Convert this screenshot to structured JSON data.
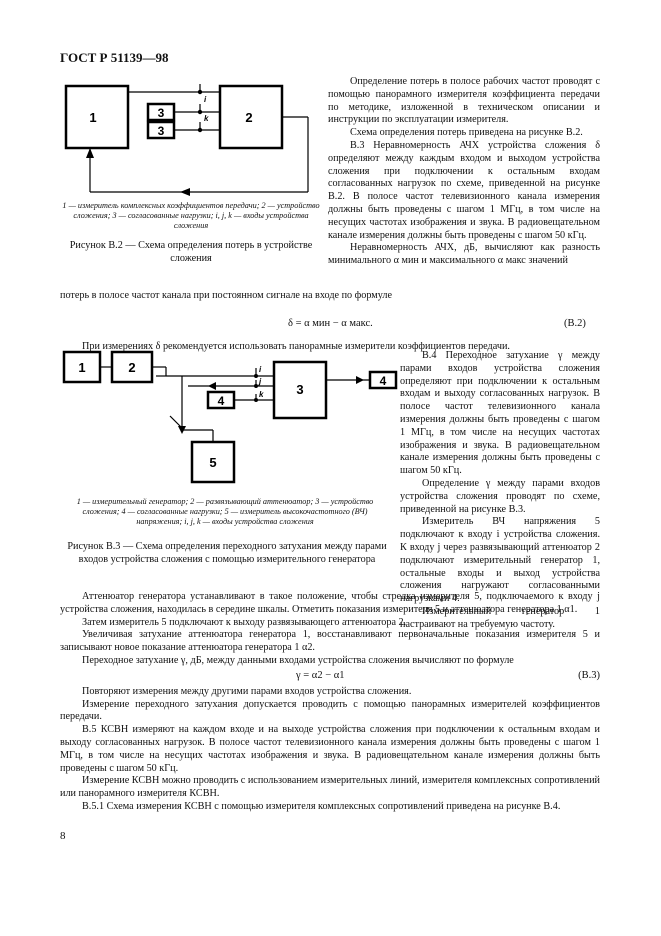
{
  "header": "ГОСТ Р 51139—98",
  "fig_b2": {
    "blocks": [
      "1",
      "2",
      "3",
      "3"
    ],
    "port_labels": [
      "i",
      "k"
    ],
    "legend": "1 — измеритель комплексных коэффициентов передачи; 2 — устройство сложения; 3 — согласованные нагрузки; i, j, k — входы устройства сложения",
    "caption": "Рисунок В.2 — Схема определения потерь в устройстве сложения"
  },
  "right_b2": {
    "p1": "Определение потерь в полосе рабочих частот проводят с помощью панорамного измерителя коэффициента передачи по методике, изложенной в техническом описании и инструкции по эксплуатации измерителя.",
    "p2": "Схема определения потерь приведена на рисунке В.2.",
    "p3": "В.3 Неравномерность АЧХ устройства сложения δ определяют между каждым входом и выходом устройства сложения при подключении к остальным входам согласованных нагрузок по схеме, приведенной на рисунке В.2. В полосе частот телевизионного канала измерения должны быть проведены с шагом 1 МГц, в том числе на несущих частотах изображения и звука. В радиовещательном канале измерения должны быть проведены с шагом 50 кГц.",
    "p4": "Неравномерность АЧХ, дБ, вычисляют как разность минимального α мин и максимального α макс значений"
  },
  "p_full_1": "потерь в полосе частот канала при постоянном сигнале на входе по формуле",
  "formula_b2": {
    "text": "δ = α мин − α макс.",
    "number": "(В.2)"
  },
  "p_full_2": "При измерениях δ рекомендуется использовать панорамные измерители коэффициентов передачи.",
  "fig_b3": {
    "blocks": [
      "1",
      "2",
      "3",
      "4",
      "4",
      "5"
    ],
    "port_labels": [
      "i",
      "j",
      "k"
    ],
    "legend": "1 — измерительный генератор; 2 — развязывающий аттенюатор; 3 — устройство сложения; 4 — согласованные нагрузки; 5 — измеритель высокочастотного (ВЧ) напряжения; i, j, k — входы устройства сложения",
    "caption": "Рисунок В.3 — Схема определения переходного затухания между парами входов устройства сложения с помощью измерительного генератора"
  },
  "right_b3": {
    "p1": "В.4 Переходное затухание γ между парами входов устройства сложения определяют при подключении к остальным входам и выходу согласованных нагрузок. В полосе частот телевизионного канала измерения должны быть проведены с шагом 1 МГц, в том числе на несущих частотах изображения и звука. В радиовещательном канале измерения должны быть проведены с шагом 50 кГц.",
    "p2": "Определение γ между парами входов устройства сложения проводят по схеме, приведенной на рисунке В.3.",
    "p3": "Измеритель ВЧ напряжения 5 подключают к входу i устройства сложения. К входу j через развязывающий аттенюатор 2 подключают измерительный генератор 1, остальные входы и выход устройства сложения нагружают согласованными нагрузками 4.",
    "p4": "Измерительный генератор 1 настраивают на требуемую частоту."
  },
  "body": {
    "p1": "Аттенюатор генератора устанавливают в такое положение, чтобы стрелка измерителя 5, подключаемого к входу j устройства сложения, находилась в середине шкалы. Отметить показания измерителя 5 и аттенюатора генератора 1 α1.",
    "p2": "Затем измеритель 5 подключают к выходу развязывающего аттенюатора 2.",
    "p3": "Увеличивая затухание аттенюатора генератора 1, восстанавливают первоначальные показания измерителя 5 и записывают новое показание аттенюатора генератора 1 α2.",
    "p4": "Переходное затухание γ, дБ, между данными входами устройства сложения вычисляют по формуле",
    "formula": "γ = α2 − α1",
    "formula_number": "(В.3)",
    "p5": "Повторяют измерения между другими парами входов устройства сложения.",
    "p6": "Измерение переходного затухания допускается проводить с помощью панорамных измерителей коэффициентов передачи.",
    "p7": "В.5 КСВН измеряют на каждом входе и на выходе устройства сложения при подключении к остальным входам и выходу согласованных нагрузок. В полосе частот телевизионного канала измерения должны быть проведены с шагом 1 МГц, в том числе на несущих частотах изображения и звука. В радиовещательном канале измерения должны быть проведены с шагом 50 кГц.",
    "p8": "Измерение КСВН можно проводить с использованием измерительных линий, измерителя комплексных сопротивлений или панорамного измерителя КСВН.",
    "p9": "В.5.1 Схема измерения КСВН с помощью измерителя комплексных сопротивлений приведена на рисунке В.4."
  },
  "page_number": "8"
}
